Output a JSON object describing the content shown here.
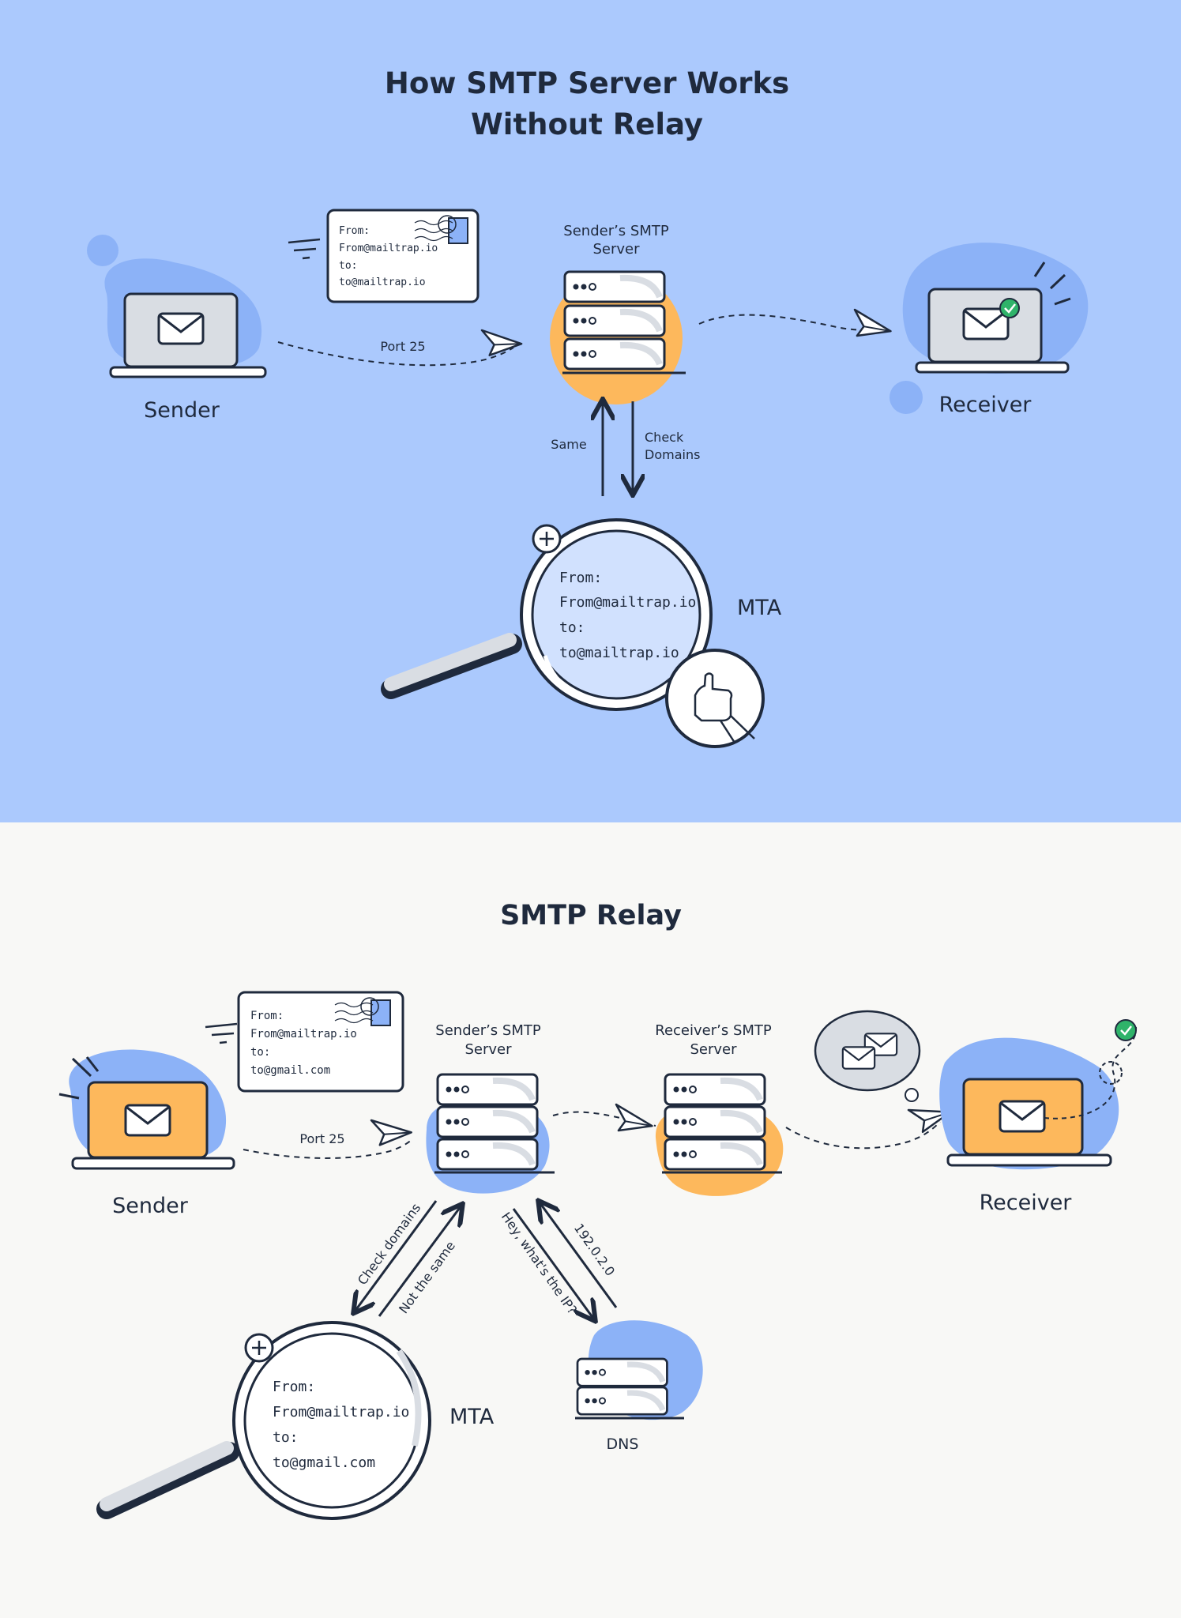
{
  "top": {
    "title_line1": "How SMTP Server Works",
    "title_line2": "Without Relay",
    "sender_label": "Sender",
    "receiver_label": "Receiver",
    "server_label_line1": "Sender’s SMTP",
    "server_label_line2": "Server",
    "port_label": "Port 25",
    "same_label": "Same",
    "check_label_line1": "Check",
    "check_label_line2": "Domains",
    "mta_label": "MTA",
    "envelope": {
      "from_label": "From:",
      "from_value": "From@mailtrap.io",
      "to_label": "to:",
      "to_value": "to@mailtrap.io"
    },
    "lens": {
      "from_label": "From:",
      "from_value": "From@mailtrap.io",
      "to_label": "to:",
      "to_value": "to@mailtrap.io"
    }
  },
  "bottom": {
    "title": "SMTP Relay",
    "sender_label": "Sender",
    "receiver_label": "Receiver",
    "sender_server_line1": "Sender’s SMTP",
    "sender_server_line2": "Server",
    "receiver_server_line1": "Receiver’s SMTP",
    "receiver_server_line2": "Server",
    "port_label": "Port 25",
    "check_domains_label": "Check domains",
    "not_same_label": "Not the same",
    "whats_ip_label": "Hey, what's the IP?",
    "ip_label": "192.0.2.0",
    "dns_label": "DNS",
    "mta_label": "MTA",
    "envelope": {
      "from_label": "From:",
      "from_value": "From@mailtrap.io",
      "to_label": "to:",
      "to_value": "to@gmail.com"
    },
    "lens": {
      "from_label": "From:",
      "from_value": "From@mailtrap.io",
      "to_label": "to:",
      "to_value": "to@gmail.com"
    }
  },
  "colors": {
    "top_background": "#abc9fd",
    "bottom_background": "#f8f8f6",
    "blob_blue": "#8cb2f7",
    "blob_orange": "#fdb85c",
    "ink": "#1f2a3d",
    "check_green": "#2fb36a"
  }
}
